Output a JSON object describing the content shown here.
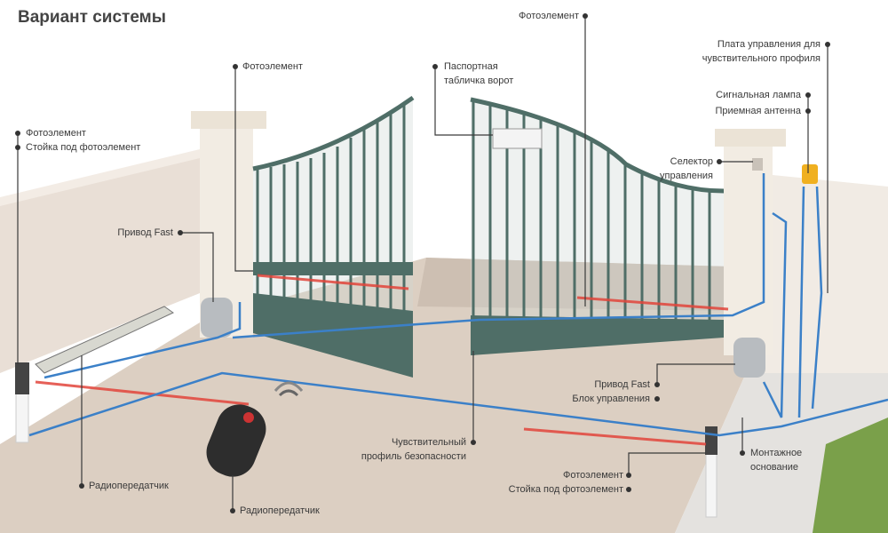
{
  "title": "Вариант системы",
  "labels": {
    "photo_top": "Фотоэлемент",
    "photo_gate_left": "Фотоэлемент",
    "nameplate": [
      "Паспортная",
      "табличка ворот"
    ],
    "control_board": [
      "Плата управления для",
      "чувствительного профиля"
    ],
    "signal_lamp": "Сигнальная лампа",
    "antenna": "Приемная антенна",
    "selector": [
      "Селектор",
      "управления"
    ],
    "photo_left": "Фотоэлемент",
    "post_left": "Стойка под фотоэлемент",
    "drive_left": "Привод Fast",
    "drive_right": "Привод Fast",
    "control_unit": "Блок управления",
    "safety_edge": [
      "Чувствительный",
      "профиль безопасности"
    ],
    "transmitter_left": "Радиопередатчик",
    "transmitter_bottom": "Радиопередатчик",
    "mounting_base": [
      "Монтажное",
      "основание"
    ],
    "photo_bottom": "Фотоэлемент",
    "post_bottom": "Стойка под фотоэлемент"
  },
  "colors": {
    "gate": "#4f6e67",
    "cable": "#3b80c8",
    "beam": "#e2453b",
    "pavement": "#dccfc2",
    "wall": "#e9dfd6"
  }
}
